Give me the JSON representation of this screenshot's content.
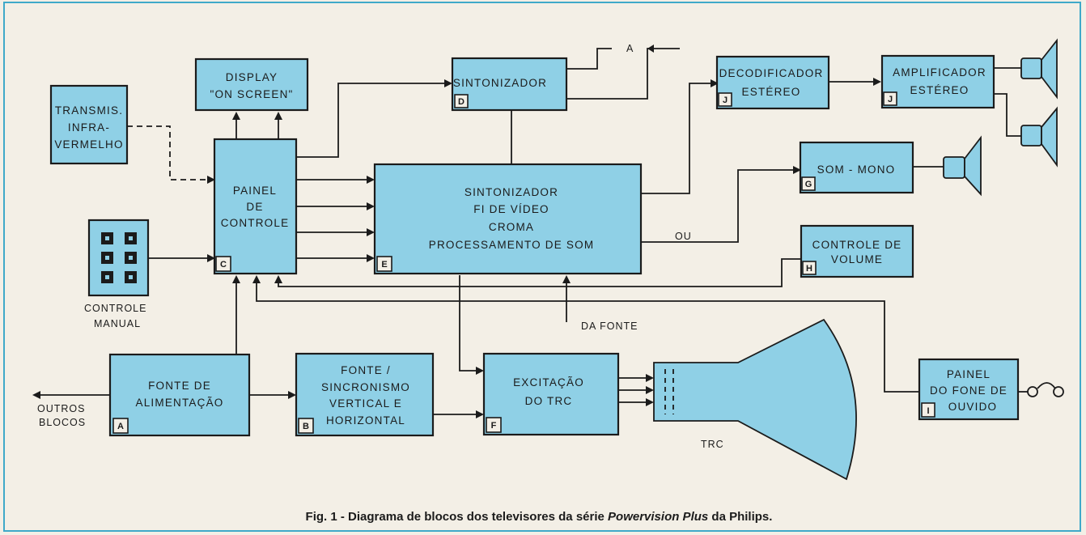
{
  "blocks": {
    "transmis": [
      "TRANSMIS.",
      "INFRA-",
      "VERMELHO"
    ],
    "display": [
      "DISPLAY",
      "\"ON SCREEN\""
    ],
    "painel": [
      "PAINEL",
      "DE",
      "CONTROLE"
    ],
    "painel_tag": "C",
    "sintonizador": [
      "SINTONIZADOR"
    ],
    "sintonizador_tag": "D",
    "main": [
      "SINTONIZADOR",
      "FI DE VÍDEO",
      "CROMA",
      "PROCESSAMENTO DE SOM"
    ],
    "main_tag": "E",
    "decodificador": [
      "DECODIFICADOR",
      "ESTÉREO"
    ],
    "decodificador_tag": "J",
    "amplificador": [
      "AMPLIFICADOR",
      "ESTÉREO"
    ],
    "amplificador_tag": "J",
    "som_mono": [
      "SOM - MONO"
    ],
    "som_mono_tag": "G",
    "volume": [
      "CONTROLE DE",
      "VOLUME"
    ],
    "volume_tag": "H",
    "fonte": [
      "FONTE DE",
      "ALIMENTAÇÃO"
    ],
    "fonte_tag": "A",
    "sincronismo": [
      "FONTE /",
      "SINCRONISMO",
      "VERTICAL E",
      "HORIZONTAL"
    ],
    "sincronismo_tag": "B",
    "excitacao": [
      "EXCITAÇÃO",
      "DO TRC"
    ],
    "excitacao_tag": "F",
    "fone": [
      "PAINEL",
      "DO FONE DE",
      "OUVIDO"
    ],
    "fone_tag": "I"
  },
  "labels": {
    "controle_manual": [
      "CONTROLE",
      "MANUAL"
    ],
    "outros_blocos": [
      "OUTROS",
      "BLOCOS"
    ],
    "antenna": "A",
    "ou": "OU",
    "da_fonte": "DA FONTE",
    "trc": "TRC"
  },
  "caption": {
    "prefix": "Fig. 1 - Diagrama de blocos dos televisores da série ",
    "italic": "Powervision Plus",
    "suffix": " da Philips."
  }
}
